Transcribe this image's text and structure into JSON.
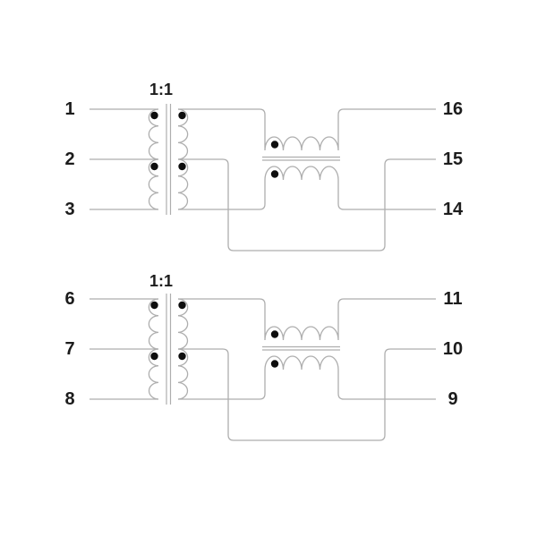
{
  "diagram": {
    "units": [
      {
        "ratio_label": "1:1",
        "left_pins": [
          "1",
          "2",
          "3"
        ],
        "right_pins": [
          "16",
          "15",
          "14"
        ]
      },
      {
        "ratio_label": "1:1",
        "left_pins": [
          "6",
          "7",
          "8"
        ],
        "right_pins": [
          "11",
          "10",
          "9"
        ]
      }
    ],
    "colors": {
      "background": "#ffffff",
      "wire": "#aeaeae",
      "dot": "#0e0e0e",
      "text": "#1c1c1c"
    }
  }
}
